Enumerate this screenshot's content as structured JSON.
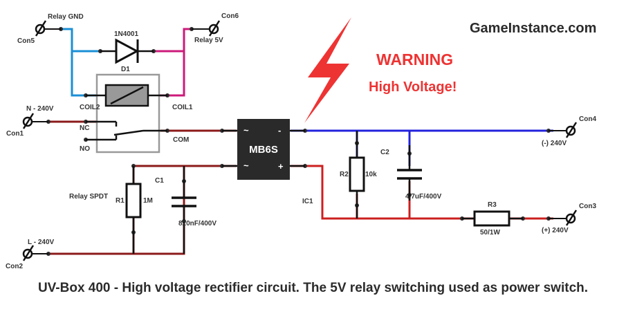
{
  "brand": "GameInstance.com",
  "warning": {
    "title": "WARNING",
    "subtitle": "High Voltage!"
  },
  "caption": "UV-Box 400 - High voltage rectifier circuit. The 5V relay switching used as power switch.",
  "connectors": {
    "con1": {
      "name": "Con1",
      "label": "N - 240V"
    },
    "con2": {
      "name": "Con2",
      "label": "L - 240V"
    },
    "con3": {
      "name": "Con3",
      "label": "(+) 240V"
    },
    "con4": {
      "name": "Con4",
      "label": "(-) 240V"
    },
    "con5": {
      "name": "Con5",
      "label": "Relay GND"
    },
    "con6": {
      "name": "Con6",
      "label": "Relay 5V"
    }
  },
  "diode": {
    "ref": "D1",
    "part": "1N4001"
  },
  "relay": {
    "name": "Relay SPDT",
    "coil1": "COIL1",
    "coil2": "COIL2",
    "nc": "NC",
    "no": "NO",
    "com": "COM"
  },
  "bridge": {
    "ref": "IC1",
    "part": "MB6S",
    "pin_ac1": "~",
    "pin_ac2": "~",
    "pin_neg": "-",
    "pin_pos": "+"
  },
  "r1": {
    "ref": "R1",
    "value": "1M"
  },
  "r2": {
    "ref": "R2",
    "value": "10k"
  },
  "r3": {
    "ref": "R3",
    "value": "50/1W"
  },
  "c1": {
    "ref": "C1",
    "value": "820nF/400V"
  },
  "c2": {
    "ref": "C2",
    "value": "4.7uF/400V"
  },
  "colors": {
    "wire_ac": "#8b1a1a",
    "wire_negative": "#2222dd",
    "wire_positive": "#cc1f1f",
    "wire_gnd": "#1a8fd6",
    "wire_5v": "#cc1a7a",
    "warning": "#ee3333",
    "bolt": "#ee3333"
  }
}
